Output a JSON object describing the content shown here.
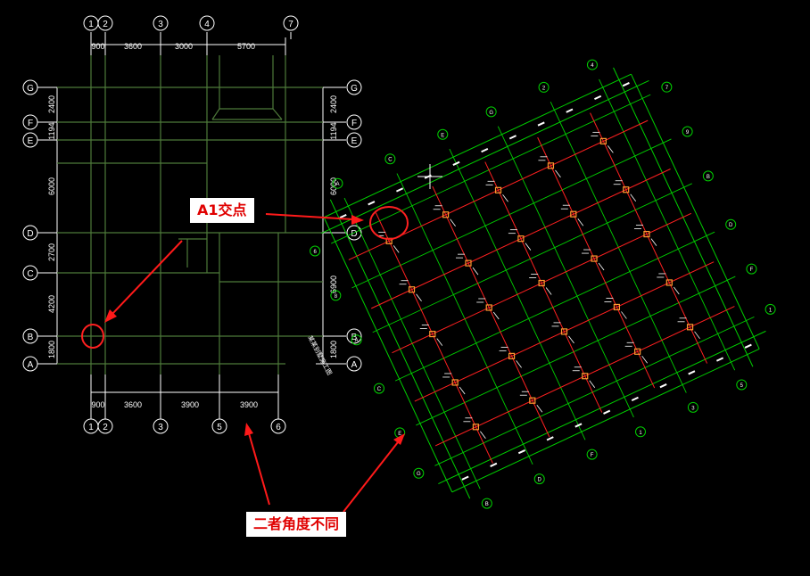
{
  "colors": {
    "background": "#000000",
    "grid_green": "#4e7a3a",
    "bright_green": "#00e000",
    "axis_white": "#ffffff",
    "red": "#ff2020",
    "column_orange": "#ff9a30"
  },
  "left_plan": {
    "top_axes": [
      "1",
      "2",
      "3",
      "4",
      "7"
    ],
    "top_dims": [
      "900",
      "3600",
      "3000",
      "5700"
    ],
    "bottom_axes": [
      "1",
      "2",
      "3",
      "5",
      "6"
    ],
    "bottom_dims": [
      "900",
      "3600",
      "3900",
      "3900"
    ],
    "row_axes": [
      "G",
      "F",
      "E",
      "D",
      "C",
      "B",
      "A"
    ],
    "left_dims": [
      "2400",
      "1194",
      "6000",
      "2700",
      "4200",
      "1800"
    ],
    "right_dims": [
      "2400",
      "1194",
      "6000",
      "6900",
      "1800"
    ],
    "side_note": "某某别墅施工图"
  },
  "right_plan": {
    "axis_labels": [
      "A",
      "B",
      "C",
      "D",
      "E",
      "F",
      "G",
      "1",
      "2",
      "3",
      "4",
      "5",
      "6",
      "7",
      "8",
      "9"
    ]
  },
  "callouts": {
    "a1": "A1交点",
    "angle": "二者角度不同"
  }
}
